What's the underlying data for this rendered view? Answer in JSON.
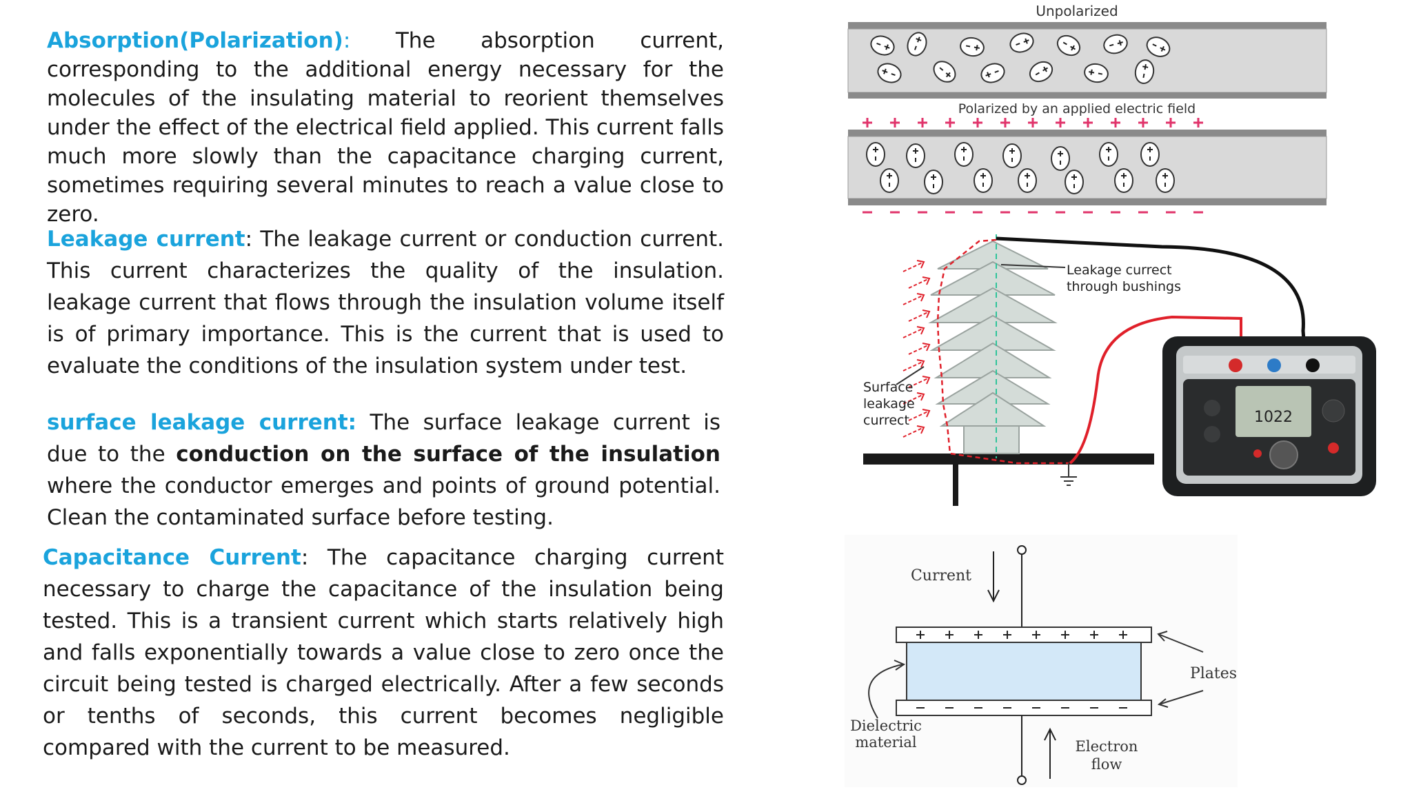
{
  "sections": [
    {
      "heading": "Absorption(Polarization)",
      "separator": ":",
      "body": "  The absorption current, corresponding to the additional energy necessary for the molecules of the insulating material to reorient themselves under the effect of the electrical field applied. This current falls much more slowly than the capacitance charging current, sometimes requiring several minutes to reach a value close to zero."
    },
    {
      "heading": "Leakage current",
      "separator": ":",
      "body": " The leakage current or conduction current. This current characterizes the quality of the insulation. leakage current that flows through the insulation volume itself is of primary importance. This is the current that is used to evaluate the conditions of the insulation system under test."
    },
    {
      "heading": "surface leakage current:",
      "body_before": " The surface leakage current is due to the ",
      "body_bold": "conduction on the surface of the insulation",
      "body_after": " where the conductor emerges and points of ground potential. Clean the contaminated surface before testing."
    },
    {
      "heading": "Capacitance Current",
      "separator": ":",
      "body": " The capacitance charging current necessary to charge the capacitance of the insulation being tested. This is a transient current which starts relatively high and falls exponentially towards a value close to zero once the circuit being tested is charged electrically. After a few seconds or tenths of seconds, this current becomes negligible compared with the current to be measured."
    }
  ],
  "figure_polarization": {
    "label_top": "Unpolarized",
    "label_middle": "Polarized by an applied electric field",
    "colors": {
      "plate": "#8a8a8a",
      "fill": "#d9d9d9",
      "plus": "#e0336a",
      "minus": "#e0336a"
    }
  },
  "figure_bushing": {
    "label_leakage_bushings_1": "Leakage currect",
    "label_leakage_bushings_2": "through bushings",
    "label_surface_1": "Surface",
    "label_surface_2": "leakage",
    "label_surface_3": "currect",
    "meter_reading": "1022",
    "colors": {
      "lead_red": "#e0202a",
      "lead_black": "#111111",
      "surface_arrows": "#e0202a"
    }
  },
  "figure_capacitor": {
    "label_current": "Current",
    "label_plates": "Plates",
    "label_dielectric_1": "Dielectric",
    "label_dielectric_2": "material",
    "label_electron_1": "Electron",
    "label_electron_2": "flow",
    "colors": {
      "dielectric": "#d3e8f8"
    }
  }
}
